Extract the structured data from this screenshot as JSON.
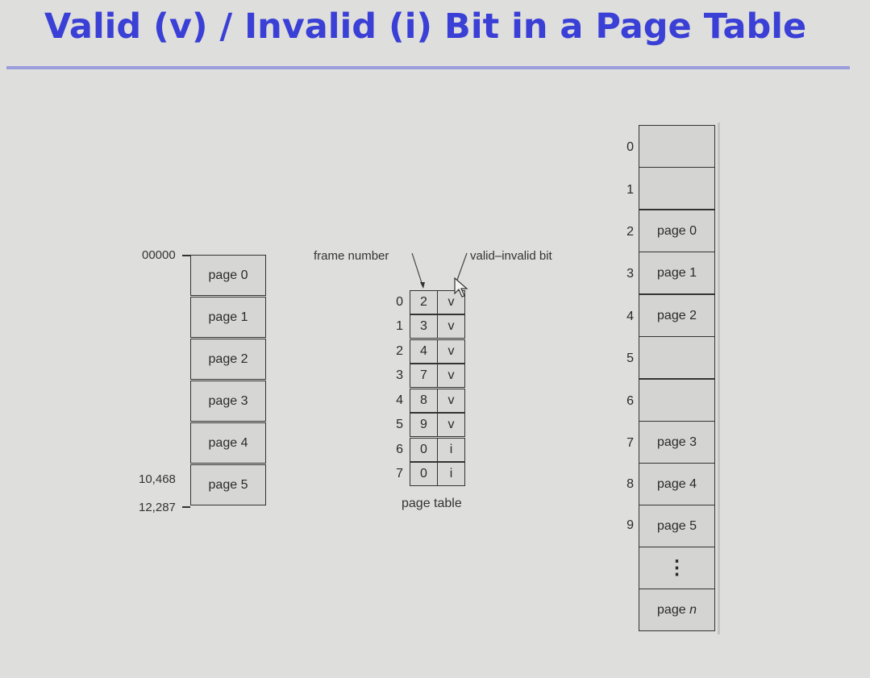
{
  "title": "Valid (v) / Invalid (i) Bit in a Page Table",
  "logical_memory": {
    "pages": [
      "page 0",
      "page 1",
      "page 2",
      "page 3",
      "page 4",
      "page 5"
    ],
    "addresses": {
      "start": "00000",
      "page5_start": "10,468",
      "end": "12,287"
    }
  },
  "page_table": {
    "label": "page table",
    "frame_number_label": "frame number",
    "valid_bit_label": "valid–invalid bit",
    "rows": [
      {
        "index": "0",
        "frame": "2",
        "bit": "v"
      },
      {
        "index": "1",
        "frame": "3",
        "bit": "v"
      },
      {
        "index": "2",
        "frame": "4",
        "bit": "v"
      },
      {
        "index": "3",
        "frame": "7",
        "bit": "v"
      },
      {
        "index": "4",
        "frame": "8",
        "bit": "v"
      },
      {
        "index": "5",
        "frame": "9",
        "bit": "v"
      },
      {
        "index": "6",
        "frame": "0",
        "bit": "i"
      },
      {
        "index": "7",
        "frame": "0",
        "bit": "i"
      }
    ]
  },
  "physical_memory": {
    "frames": [
      {
        "index": "0",
        "content": ""
      },
      {
        "index": "1",
        "content": ""
      },
      {
        "index": "2",
        "content": "page 0"
      },
      {
        "index": "3",
        "content": "page 1"
      },
      {
        "index": "4",
        "content": "page 2"
      },
      {
        "index": "5",
        "content": ""
      },
      {
        "index": "6",
        "content": ""
      },
      {
        "index": "7",
        "content": "page 3"
      },
      {
        "index": "8",
        "content": "page 4"
      },
      {
        "index": "9",
        "content": "page 5"
      }
    ],
    "ellipsis": "⋮",
    "last_prefix": "page ",
    "last_var": "n"
  }
}
